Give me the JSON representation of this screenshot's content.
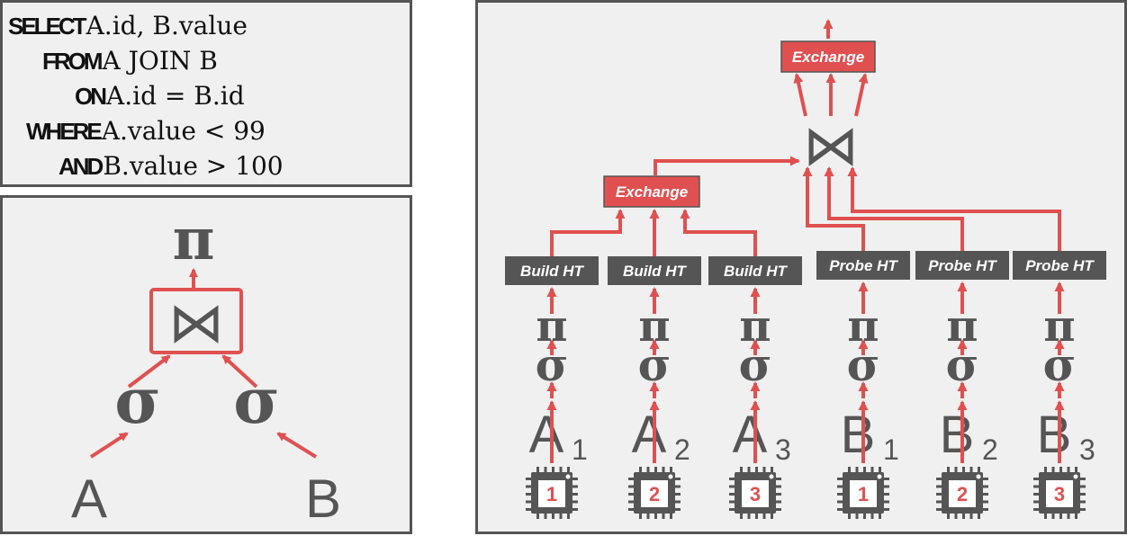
{
  "sql": {
    "lines": [
      {
        "keyword": "SELECT",
        "text": "A.id, B.value"
      },
      {
        "keyword": "FROM",
        "text": "A JOIN B"
      },
      {
        "keyword": "ON",
        "text": "A.id = B.id"
      },
      {
        "keyword": "WHERE",
        "text": "A.value < 99"
      },
      {
        "keyword": "AND",
        "text": "B.value > 100"
      }
    ]
  },
  "logical_plan": {
    "projection": "π",
    "join": "⋈",
    "selection": "σ",
    "left_input": "A",
    "right_input": "B"
  },
  "parallel_plan": {
    "exchange_label": "Exchange",
    "join": "⋈",
    "build_label": "Build HT",
    "probe_label": "Probe HT",
    "projection": "π",
    "selection": "σ",
    "workers": [
      {
        "table": "A",
        "sub": "1",
        "core": "1"
      },
      {
        "table": "A",
        "sub": "2",
        "core": "2"
      },
      {
        "table": "A",
        "sub": "3",
        "core": "3"
      },
      {
        "table": "B",
        "sub": "1",
        "core": "1"
      },
      {
        "table": "B",
        "sub": "2",
        "core": "2"
      },
      {
        "table": "B",
        "sub": "3",
        "core": "3"
      }
    ]
  },
  "colors": {
    "accent": "#e05050",
    "dark": "#555555",
    "panel_bg": "#f0f0f0"
  }
}
